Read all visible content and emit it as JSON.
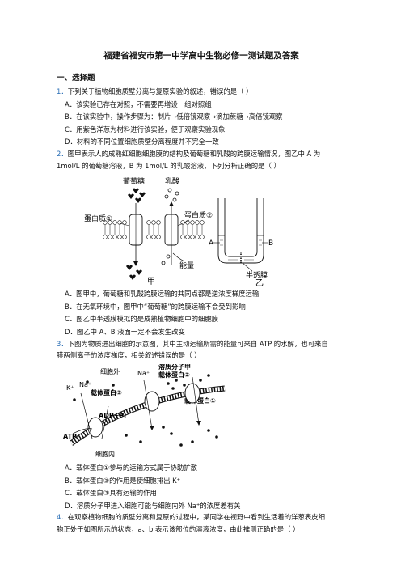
{
  "doc": {
    "title": "福建省福安市第一中学高中生物必修一测试题及答案",
    "section_title": "一、选择题"
  },
  "q1": {
    "num": "1．",
    "stem": "下列关于植物细胞质壁分离与复原实验的叙述，错误的是（    ）",
    "options": [
      "A．该实验已存在对照，不需要再增设一组对照组",
      "B．在该实验中，操作步骤为：制片→低倍镜观察→滴加蔗糖→高倍镜观察",
      "C．用紫色洋葱为材料进行该实验，便于观察实验现象",
      "D．材料的不同位置细胞质壁分离程度并不完全一致"
    ]
  },
  "q2": {
    "num": "2．",
    "stem_line1": "图甲表示人的成熟红细胞细胞膜的结构及葡萄糖和乳酸的跨膜运输情况，图乙中 A 为",
    "stem_line2": "1mol/L 的葡萄糖溶液，B 为 1mol/L 的乳酸溶液，下列分析正确的是（    ）",
    "fig_jia": {
      "glucose": "葡萄糖",
      "lactate": "乳酸",
      "protein1": "蛋白质①",
      "protein2": "蛋白质②",
      "energy": "能量",
      "caption": "甲"
    },
    "fig_yi": {
      "label_a": "A",
      "label_b": "B",
      "membrane": "半透膜",
      "caption": "乙"
    },
    "options": [
      "A．图甲中，葡萄糖和乳酸跨膜运输的共同点都是逆浓度梯度运输",
      "B．在无氧环境中，图甲中“葡萄糖”的跨膜运输不会受到影响",
      "C．图乙中半透膜模拟的是成熟植物细胞中的细胞膜",
      "D．图乙中 A、B 液面一定不会发生改变"
    ]
  },
  "q3": {
    "num": "3．",
    "stem_line1": "下图为物质进出细胞的示意图，其中主动运输所需的能量可来自 ATP 的水解，也可来自",
    "stem_line2": "膜两侧离子的浓度梯度，相关叙述错误的是（    ）",
    "fig": {
      "outside": "细胞外",
      "inside": "细胞内",
      "k": "K⁺",
      "na_left": "Na⁺",
      "na_right": "Na⁺",
      "carrier1": "载体蛋白①",
      "carrier2": "载体蛋白②",
      "carrier3": "载体蛋白③",
      "molecule": "溶质分子甲",
      "adp": "ADP+Pi",
      "atp": "ATP"
    },
    "options": [
      "A．载体蛋白①参与的运输方式属于协助扩散",
      "B．载体蛋白③的作用是使细胞排出 K⁺",
      "C．载体蛋白③具有运输的作用",
      "D．溶质分子甲进入细胞可能与细胞内外 Na⁺的浓度差有关"
    ]
  },
  "q4": {
    "num": "4．",
    "stem_line1": "在观察植物细胞的质壁分离和复原的过程中，某同学在视野中看到生活着的洋葱表皮细",
    "stem_line2": "胞正处于如图所示的状态，a、b 表示该部位的溶液浓度，由此推测正确的是（    ）"
  }
}
